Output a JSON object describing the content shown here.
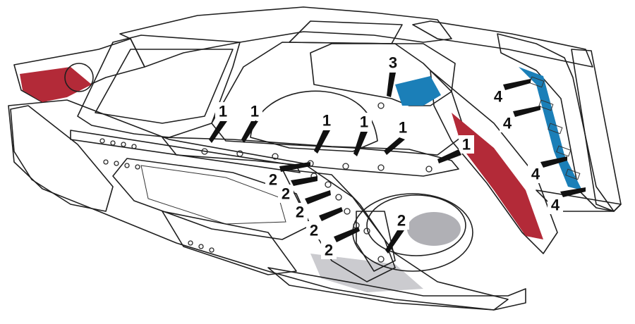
{
  "colors": {
    "red": "#e63c4c",
    "red_dark": "#b32a38",
    "blue": "#2fa9e6",
    "blue_dark": "#1b7fb8",
    "grey": "#d9d9dc",
    "grey_dark": "#9a9aa0",
    "outline": "#1f1f1f"
  },
  "callouts": [
    {
      "id": "c1a",
      "label": "1"
    },
    {
      "id": "c1b",
      "label": "1"
    },
    {
      "id": "c1c",
      "label": "1"
    },
    {
      "id": "c1d",
      "label": "1"
    },
    {
      "id": "c1e",
      "label": "1"
    },
    {
      "id": "c1f",
      "label": "1"
    },
    {
      "id": "c2a",
      "label": "2"
    },
    {
      "id": "c2b",
      "label": "2"
    },
    {
      "id": "c2c",
      "label": "2"
    },
    {
      "id": "c2d",
      "label": "2"
    },
    {
      "id": "c2e",
      "label": "2"
    },
    {
      "id": "c2f",
      "label": "2"
    },
    {
      "id": "c3",
      "label": "3"
    },
    {
      "id": "c4a",
      "label": "4"
    },
    {
      "id": "c4b",
      "label": "4"
    },
    {
      "id": "c4c",
      "label": "4"
    },
    {
      "id": "c4d",
      "label": "4"
    }
  ]
}
